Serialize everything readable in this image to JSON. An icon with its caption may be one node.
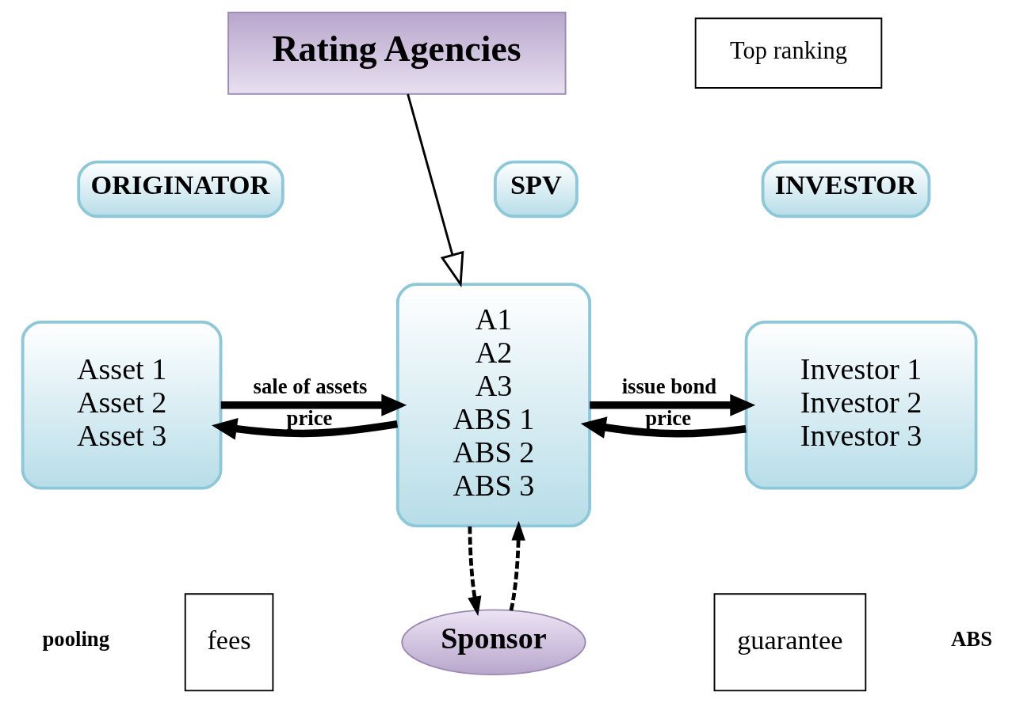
{
  "diagram": {
    "nodes": [
      {
        "text": [
          "Rating Agencies"
        ]
      },
      {
        "text": [
          "Top ranking"
        ]
      },
      {
        "text": [
          "ORIGINATOR"
        ]
      },
      {
        "text": [
          "SPV"
        ]
      },
      {
        "text": [
          "INVESTOR"
        ]
      },
      {
        "text": [
          "Asset 1",
          "Asset 2",
          "Asset 3"
        ]
      },
      {
        "text": [
          "A1",
          "A2",
          "A3",
          "ABS 1",
          "ABS 2",
          "ABS 3"
        ]
      },
      {
        "text": [
          "Investor 1",
          "Investor 2",
          "Investor 3"
        ]
      },
      {
        "text": [
          "fees"
        ]
      },
      {
        "text": [
          "guarantee"
        ]
      },
      {
        "text": [
          "Sponsor"
        ]
      }
    ],
    "edges": [
      {
        "from": 0,
        "to": 6,
        "arrow": "to"
      },
      {
        "from": 5,
        "to": 6,
        "arrow": "to",
        "label": "sale of assets"
      },
      {
        "from": 6,
        "to": 5,
        "arrow": "to",
        "label": "price"
      },
      {
        "from": 6,
        "to": 7,
        "arrow": "to",
        "label": "issue bond"
      },
      {
        "from": 7,
        "to": 6,
        "arrow": "to",
        "label": "price"
      },
      {
        "from": 6,
        "to": 10,
        "arrow": "to",
        "style": "dashed"
      },
      {
        "from": 10,
        "to": 6,
        "arrow": "to",
        "style": "dashed"
      }
    ],
    "labels": [
      "pooling",
      "ABS"
    ]
  }
}
